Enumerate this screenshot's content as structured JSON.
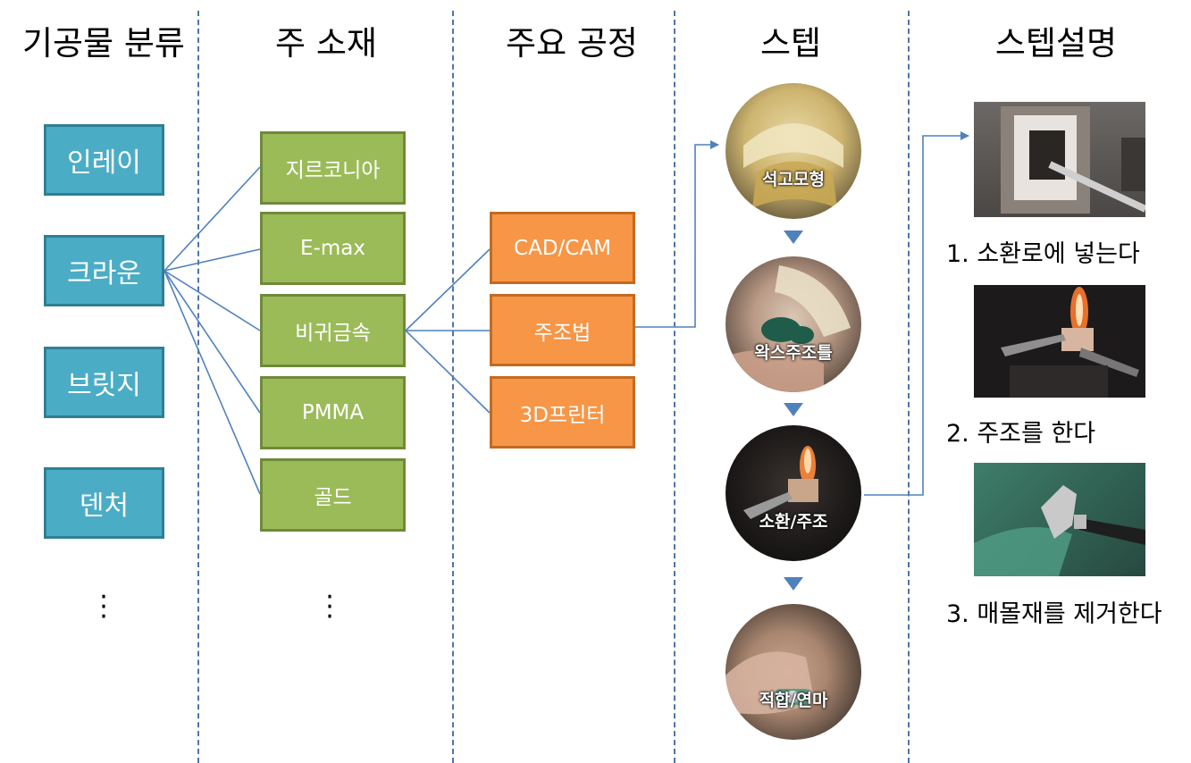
{
  "headers": {
    "category": "기공물 분류",
    "material": "주 소재",
    "process": "주요 공정",
    "step": "스텝",
    "step_desc": "스텝설명"
  },
  "categories": [
    "인레이",
    "크라운",
    "브릿지",
    "덴처"
  ],
  "materials": [
    "지르코니아",
    "E-max",
    "비귀금속",
    "PMMA",
    "골드"
  ],
  "processes": [
    "CAD/CAM",
    "주조법",
    "3D프린터"
  ],
  "steps": [
    "석고모형",
    "왁스주조틀",
    "소환/주조",
    "적합/연마"
  ],
  "step_descriptions": [
    "1. 소환로에 넣는다",
    "2. 주조를 한다",
    "3. 매몰재를 제거한다"
  ],
  "colors": {
    "category": "#4bacc6",
    "material": "#9bbb59",
    "process": "#f79646",
    "connector": "#4f81bd"
  }
}
